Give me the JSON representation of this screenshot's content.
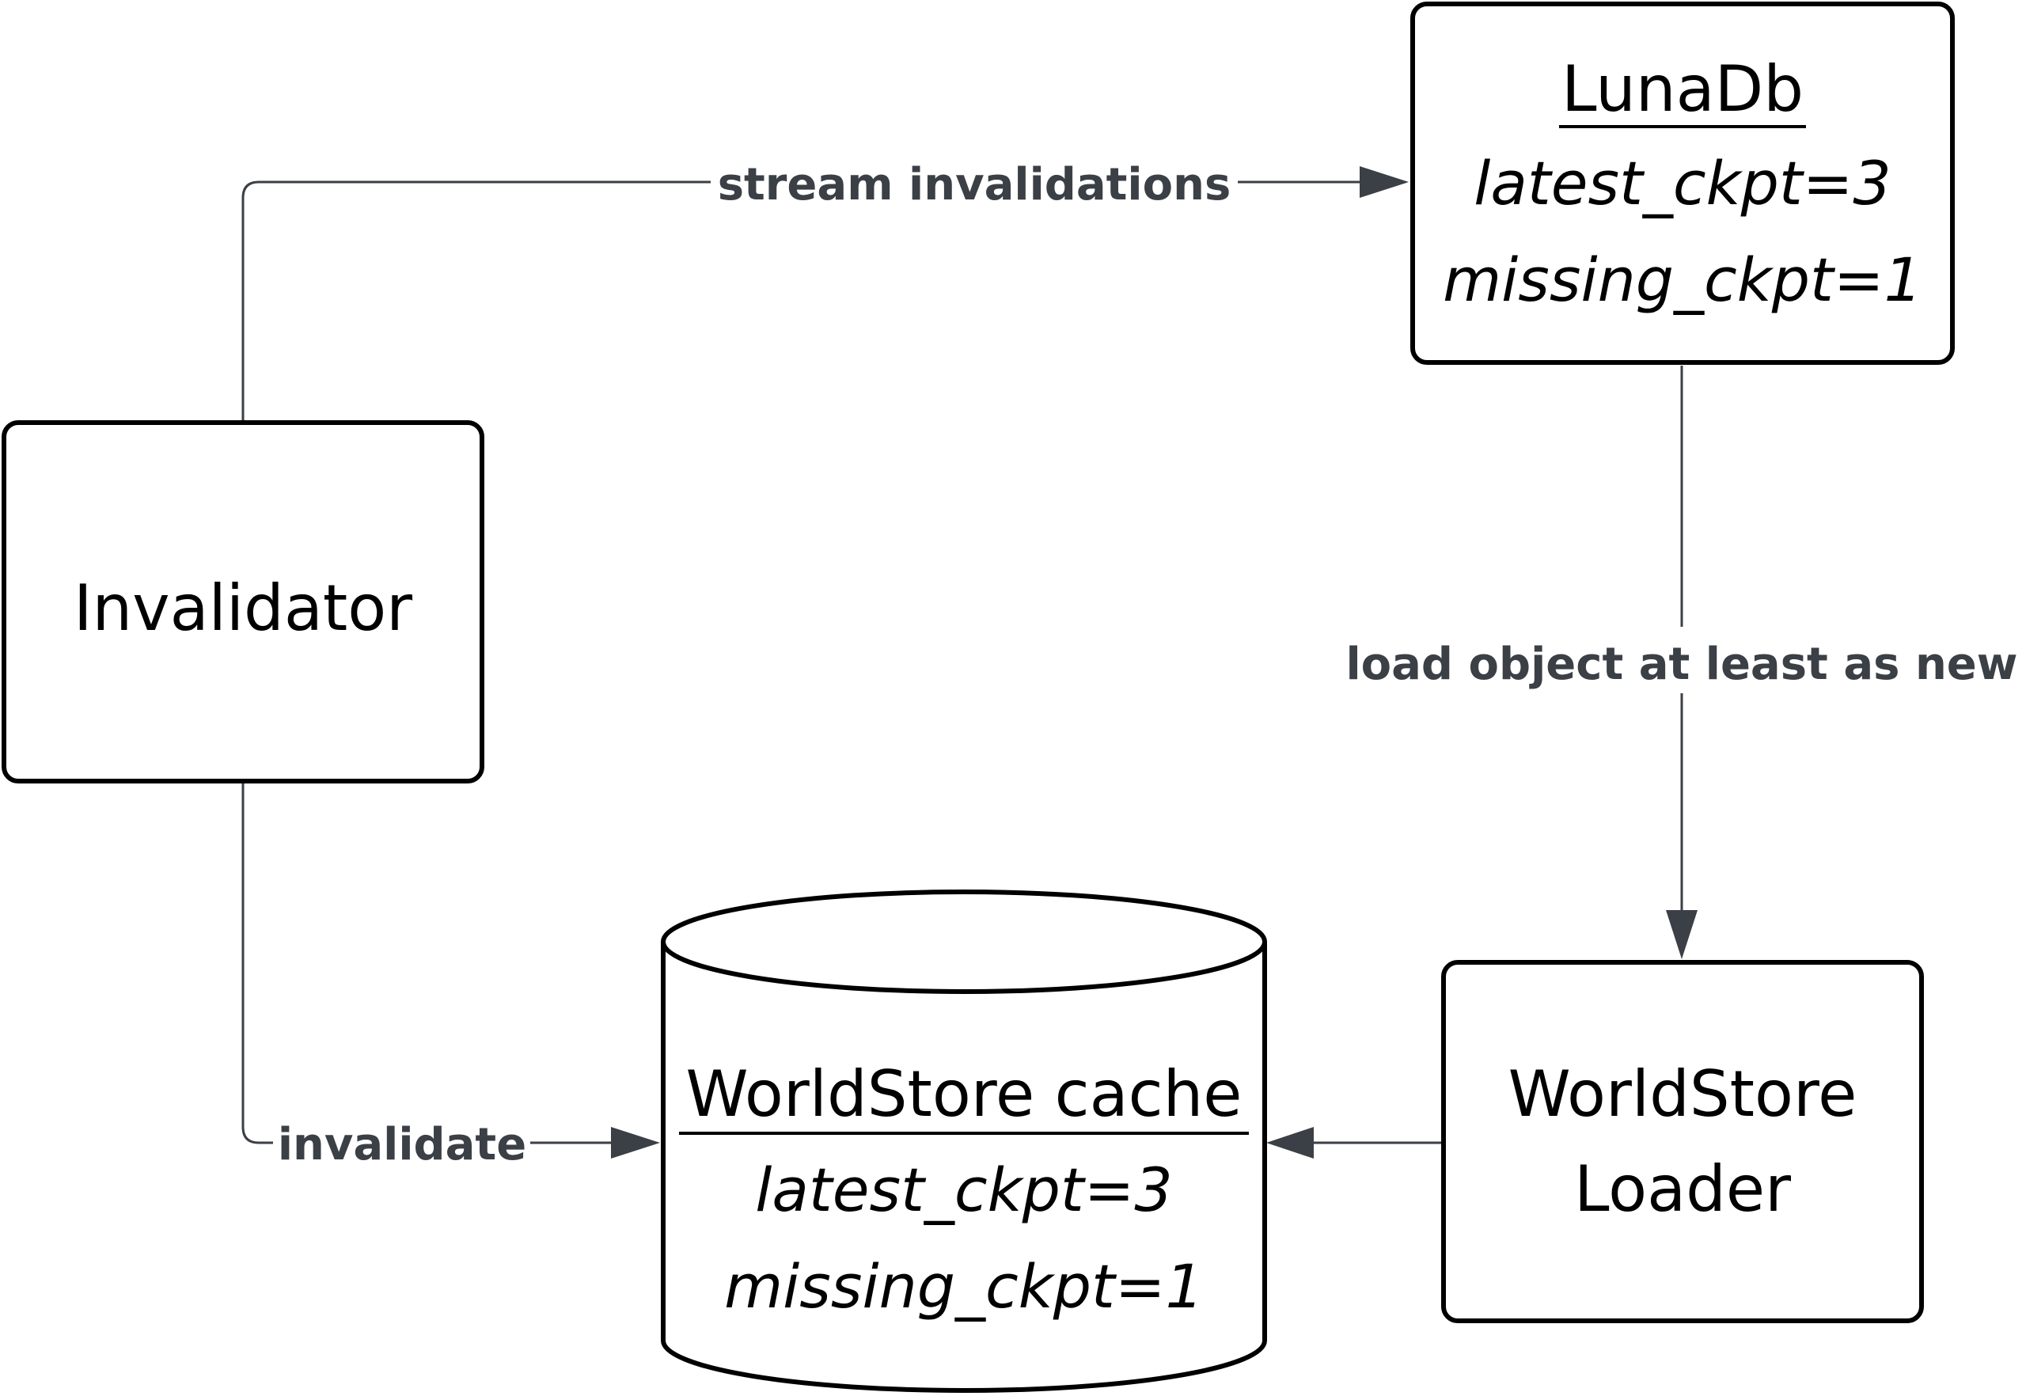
{
  "nodes": {
    "lunadb": {
      "title": "LunaDb",
      "fields": [
        "latest_ckpt=3",
        "missing_ckpt=1"
      ]
    },
    "invalidator": {
      "title": "Invalidator"
    },
    "worldstore_cache": {
      "title": "WorldStore cache",
      "fields": [
        "latest_ckpt=3",
        "missing_ckpt=1"
      ]
    },
    "worldstore_loader": {
      "title_lines": [
        "WorldStore",
        "Loader"
      ]
    }
  },
  "edges": {
    "stream_invalidations": "stream invalidations",
    "load_object": "load object at least as new",
    "invalidate": "invalidate"
  },
  "colors": {
    "edge": "#3b3f46",
    "border": "#000000",
    "background": "#ffffff"
  }
}
